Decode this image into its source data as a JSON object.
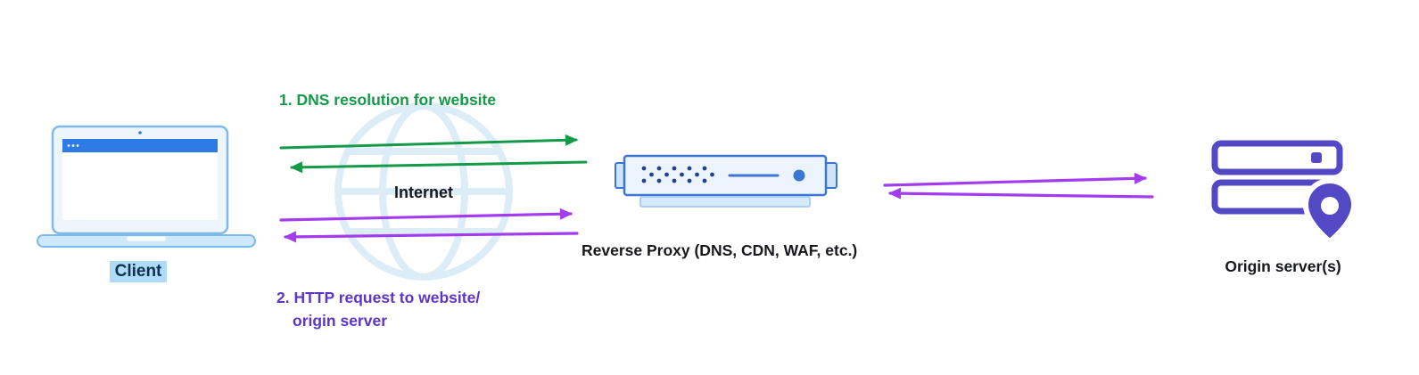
{
  "colors": {
    "background": "#FFFFFF",
    "dns_green": "#149A48",
    "http_purple": "#A33BEE",
    "flow_text_purple": "#5B36C8",
    "label_dark": "#17181D",
    "client_text": "#10304F",
    "client_highlight": "#AEDCF8",
    "laptop_blue": "#2E7BE5",
    "laptop_light": "#CDE9FB",
    "laptop_stroke": "#7FB8EA",
    "globe_light_blue": "#DCEDF8",
    "proxy_blue": "#3B77D2",
    "proxy_fill": "#ECF5FD",
    "proxy_tab_fill": "#CFE4F9",
    "proxy_dot_navy": "#2B3F8F",
    "proxy_base_fill": "#D6E9FA",
    "proxy_base_stroke": "#A9CFF1",
    "origin_purple": "#5449C5"
  },
  "client": {
    "label": "Client",
    "icon": "laptop-icon"
  },
  "internet": {
    "label": "Internet",
    "icon": "globe-icon"
  },
  "reverse_proxy": {
    "label": "Reverse Proxy (DNS, CDN, WAF, etc.)",
    "icon": "proxy-server-icon"
  },
  "origin": {
    "label": "Origin server(s)",
    "icon": "server-stack-icon",
    "pin_icon": "location-pin-icon"
  },
  "flows": {
    "dns": {
      "label": "1. DNS resolution for website",
      "direction": "bidirectional"
    },
    "http": {
      "label_lines": [
        "2. HTTP request to website/",
        "origin server"
      ],
      "direction": "bidirectional"
    },
    "proxy_origin": {
      "direction": "bidirectional"
    }
  }
}
